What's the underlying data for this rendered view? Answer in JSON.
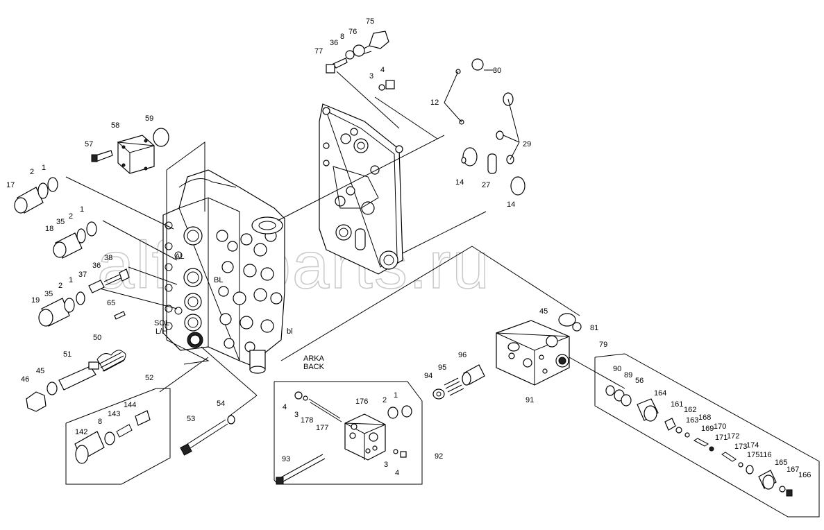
{
  "watermark": "alfat-parts.ru",
  "annotations": {
    "sol_lh_line1": "SOL",
    "sol_lh_line2": "L/H",
    "arka_back_line1": "ARKA",
    "arka_back_line2": "BACK",
    "port_al": "AL",
    "port_bl": "BL",
    "port_bl_lower": "bl"
  },
  "callouts": {
    "c75": "75",
    "c76": "76",
    "c8a": "8",
    "c36a": "36",
    "c77": "77",
    "c4a": "4",
    "c3a": "3",
    "c30": "30",
    "c12": "12",
    "c29": "29",
    "c14a": "14",
    "c27": "27",
    "c14b": "14",
    "c59": "59",
    "c58": "58",
    "c57": "57",
    "c17": "17",
    "c2a": "2",
    "c1a": "1",
    "c18": "18",
    "c35a": "35",
    "c2b": "2",
    "c1b": "1",
    "c37": "37",
    "c36b": "36",
    "c38": "38",
    "c19": "19",
    "c35b": "35",
    "c2c": "2",
    "c1c": "1",
    "c65": "65",
    "c50": "50",
    "c51": "51",
    "c45a": "45",
    "c46": "46",
    "c52": "52",
    "c144": "144",
    "c143": "143",
    "c8b": "8",
    "c142": "142",
    "c54": "54",
    "c53": "53",
    "c45b": "45",
    "c81": "81",
    "c79": "79",
    "c96": "96",
    "c95": "95",
    "c94": "94",
    "c91": "91",
    "c176": "176",
    "c2d": "2",
    "c1d": "1",
    "c4b": "4",
    "c3b": "3",
    "c178": "178",
    "c177": "177",
    "c92": "92",
    "c3c": "3",
    "c4c": "4",
    "c93": "93",
    "c90": "90",
    "c89": "89",
    "c56": "56",
    "c164": "164",
    "c161": "161",
    "c162": "162",
    "c163": "163",
    "c168": "168",
    "c169": "169",
    "c170": "170",
    "c171": "171",
    "c172": "172",
    "c173": "173",
    "c174": "174",
    "c175": "175",
    "c116": "116",
    "c165": "165",
    "c167": "167",
    "c166": "166"
  }
}
